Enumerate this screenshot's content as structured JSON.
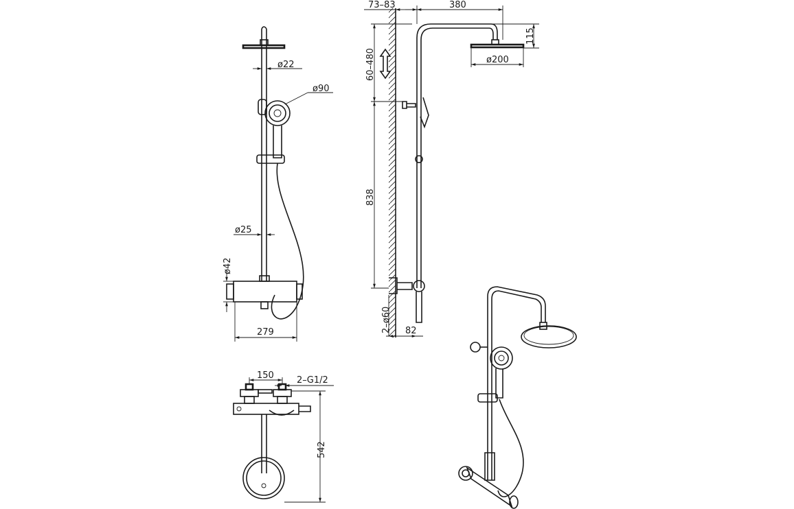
{
  "front_view": {
    "dim_rail_top": "ø22",
    "dim_handset": "ø90",
    "dim_rail": "ø25",
    "dim_valve": "ø42",
    "dim_width": "279"
  },
  "side_view": {
    "dim_wall_offset": "73–83",
    "dim_arm": "380",
    "dim_drop": "115",
    "dim_head": "ø200",
    "dim_adjust": "60–480",
    "dim_height": "838",
    "dim_inlets": "2–ø60",
    "dim_valve_depth": "82"
  },
  "top_view": {
    "dim_centres": "150",
    "dim_thread": "2–G1/2",
    "dim_depth": "542"
  },
  "colors": {
    "line": "#1a1a1a",
    "background": "#ffffff"
  }
}
